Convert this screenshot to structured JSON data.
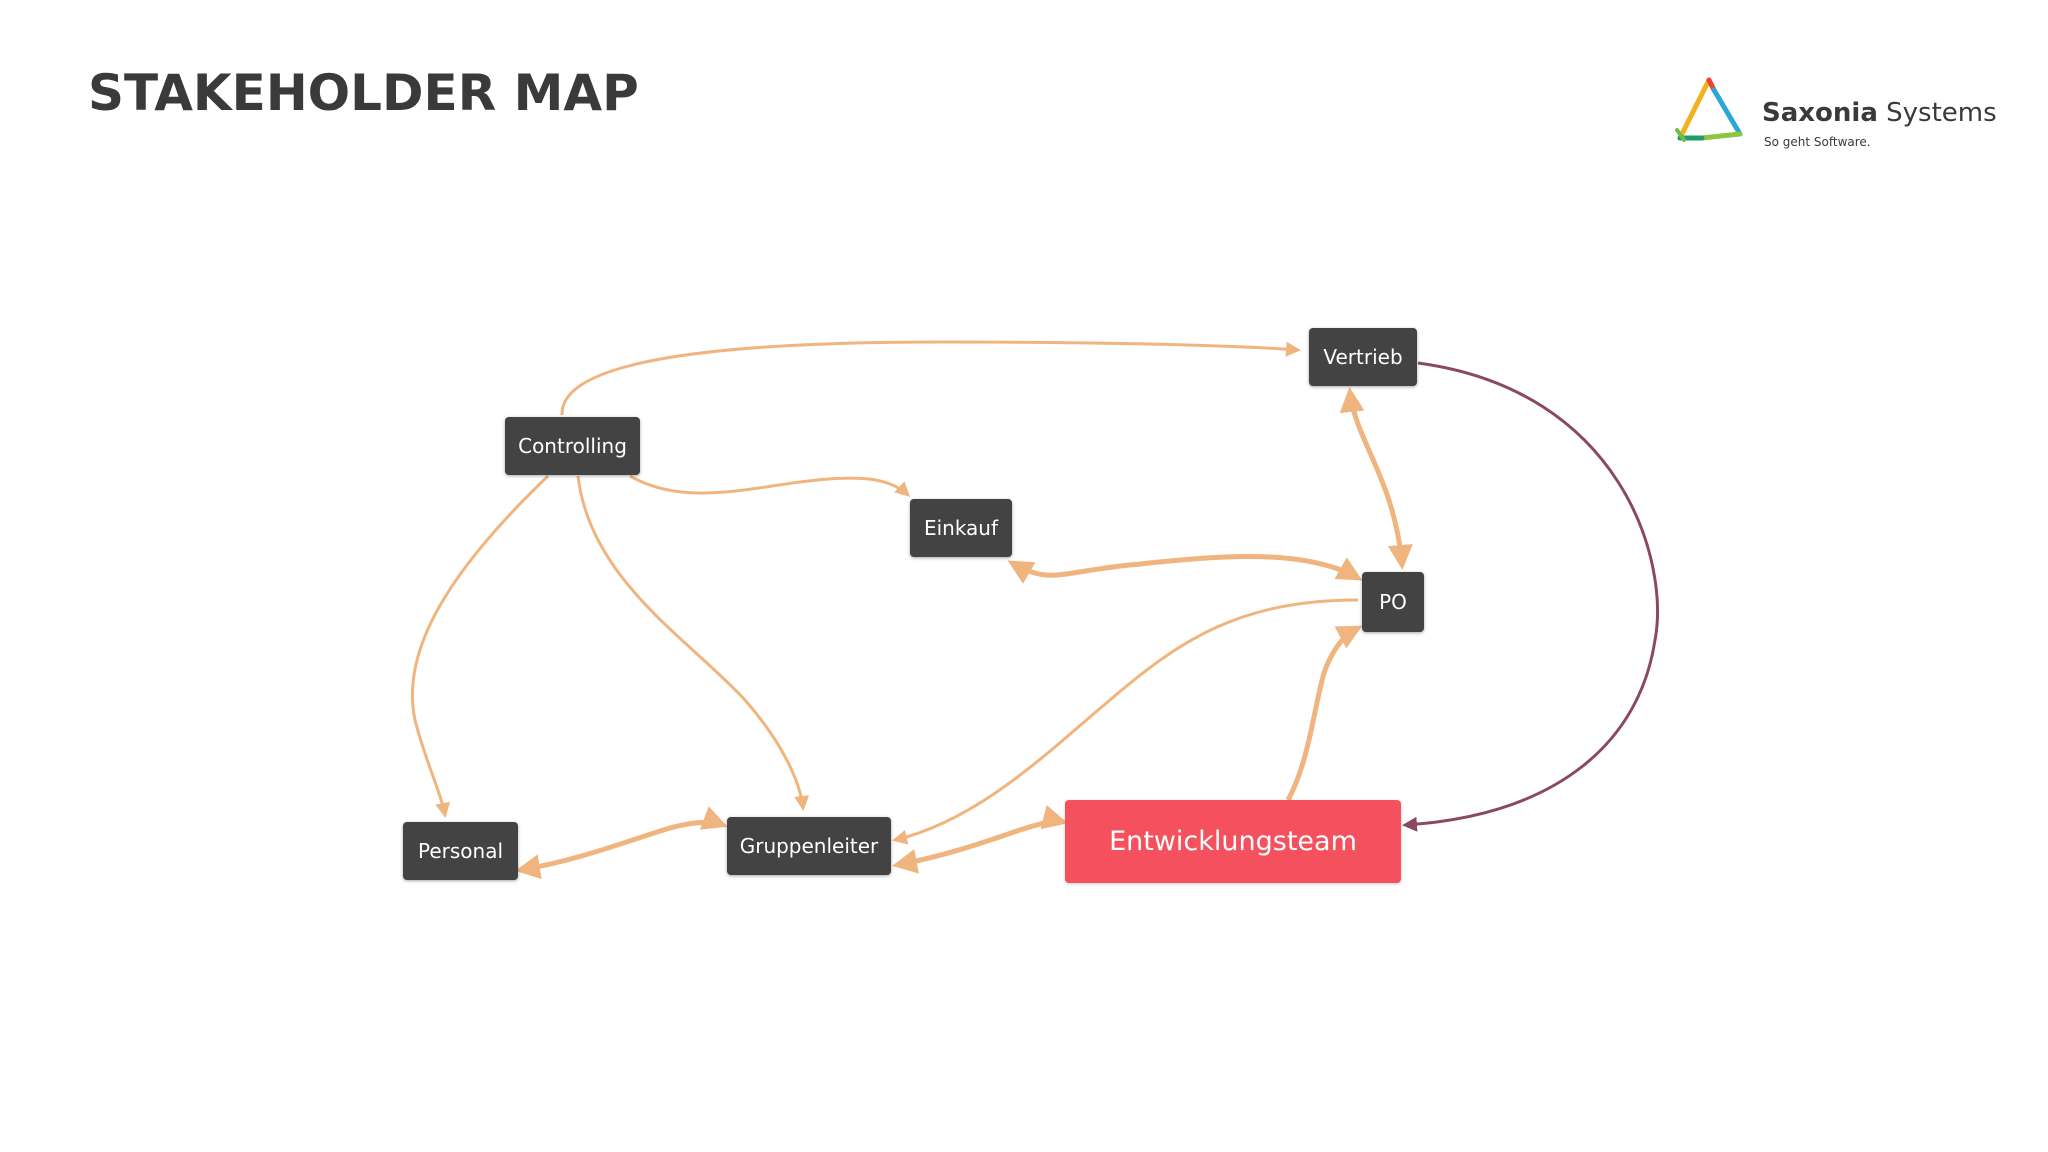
{
  "slide": {
    "title": "STAKEHOLDER MAP"
  },
  "logo": {
    "name_bold": "Saxonia",
    "name_regular": "Systems",
    "tagline": "So geht Software."
  },
  "colors": {
    "title": "#3a3a3a",
    "node_default": "#434343",
    "node_highlight": "#f5505d",
    "edge_orange": "#f0b57e",
    "edge_purple": "#8a4a5e"
  },
  "diagram": {
    "nodes": [
      {
        "id": "controlling",
        "label": "Controlling"
      },
      {
        "id": "vertrieb",
        "label": "Vertrieb"
      },
      {
        "id": "einkauf",
        "label": "Einkauf"
      },
      {
        "id": "po",
        "label": "PO"
      },
      {
        "id": "personal",
        "label": "Personal"
      },
      {
        "id": "gruppenleiter",
        "label": "Gruppenleiter"
      },
      {
        "id": "entwicklungsteam",
        "label": "Entwicklungsteam",
        "highlight": true
      }
    ],
    "edges": [
      {
        "from": "controlling",
        "to": "vertrieb"
      },
      {
        "from": "controlling",
        "to": "einkauf"
      },
      {
        "from": "controlling",
        "to": "personal"
      },
      {
        "from": "controlling",
        "to": "gruppenleiter"
      },
      {
        "from": "vertrieb",
        "to": "po",
        "bidirectional": true
      },
      {
        "from": "po",
        "to": "einkauf",
        "bidirectional": true
      },
      {
        "from": "po",
        "to": "gruppenleiter"
      },
      {
        "from": "entwicklungsteam",
        "to": "po"
      },
      {
        "from": "gruppenleiter",
        "to": "entwicklungsteam",
        "bidirectional": true
      },
      {
        "from": "personal",
        "to": "gruppenleiter",
        "bidirectional": true
      },
      {
        "from": "vertrieb",
        "to": "entwicklungsteam",
        "color": "purple"
      }
    ]
  }
}
